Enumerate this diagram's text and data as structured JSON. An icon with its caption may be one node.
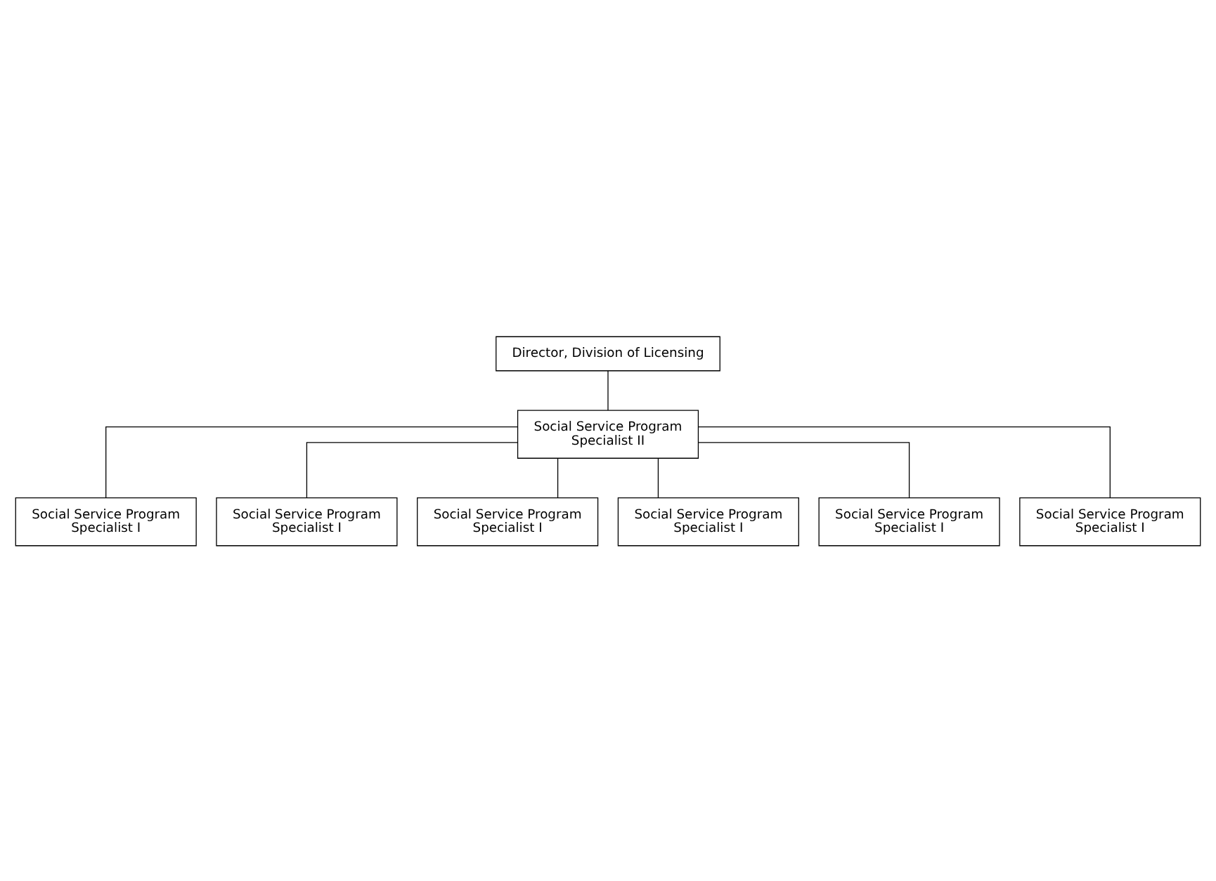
{
  "diagram": {
    "nodes": [
      {
        "text": [
          "Director, Division of Licensing"
        ]
      },
      {
        "text": [
          "Social Service Program Specialist II"
        ]
      },
      {
        "text": [
          "Social Service Program Specialist I"
        ]
      },
      {
        "text": [
          "Social Service Program Specialist I"
        ]
      },
      {
        "text": [
          "Social Service Program Specialist I"
        ]
      },
      {
        "text": [
          "Social Service Program Specialist I"
        ]
      },
      {
        "text": [
          "Social Service Program Specialist I"
        ]
      },
      {
        "text": [
          "Social Service Program Specialist I"
        ]
      }
    ],
    "edges": [
      {
        "from": 0,
        "to": 1,
        "arrow": "none"
      },
      {
        "from": 1,
        "to": 2,
        "arrow": "none"
      },
      {
        "from": 1,
        "to": 3,
        "arrow": "none"
      },
      {
        "from": 1,
        "to": 4,
        "arrow": "none"
      },
      {
        "from": 1,
        "to": 5,
        "arrow": "none"
      },
      {
        "from": 1,
        "to": 6,
        "arrow": "none"
      },
      {
        "from": 1,
        "to": 7,
        "arrow": "none"
      }
    ]
  }
}
